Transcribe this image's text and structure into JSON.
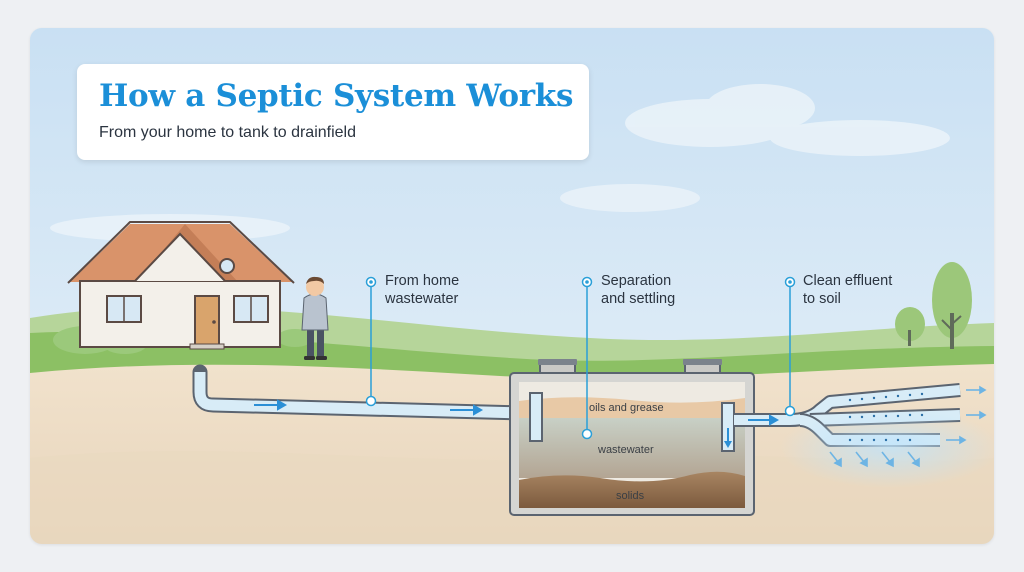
{
  "title": "How a Septic System Works",
  "subtitle": "From your home to tank to drainfield",
  "callouts": [
    {
      "line1": "From home",
      "line2": "wastewater"
    },
    {
      "line1": "Separation",
      "line2": "and settling"
    },
    {
      "line1": "Clean effluent",
      "line2": "to soil"
    }
  ],
  "tank_layers": {
    "top": "oils and grease",
    "middle": "wastewater",
    "bottom": "solids"
  },
  "colors": {
    "title": "#1b8fd8",
    "callout_accent": "#2a9fd8",
    "sky": "#d6e8f5",
    "grass": "#8cc064",
    "soil": "#ecdcc6",
    "pipe": "#d8ecf7",
    "flow_arrow": "#2b8fd6",
    "sludge": "#8c6a4c"
  }
}
